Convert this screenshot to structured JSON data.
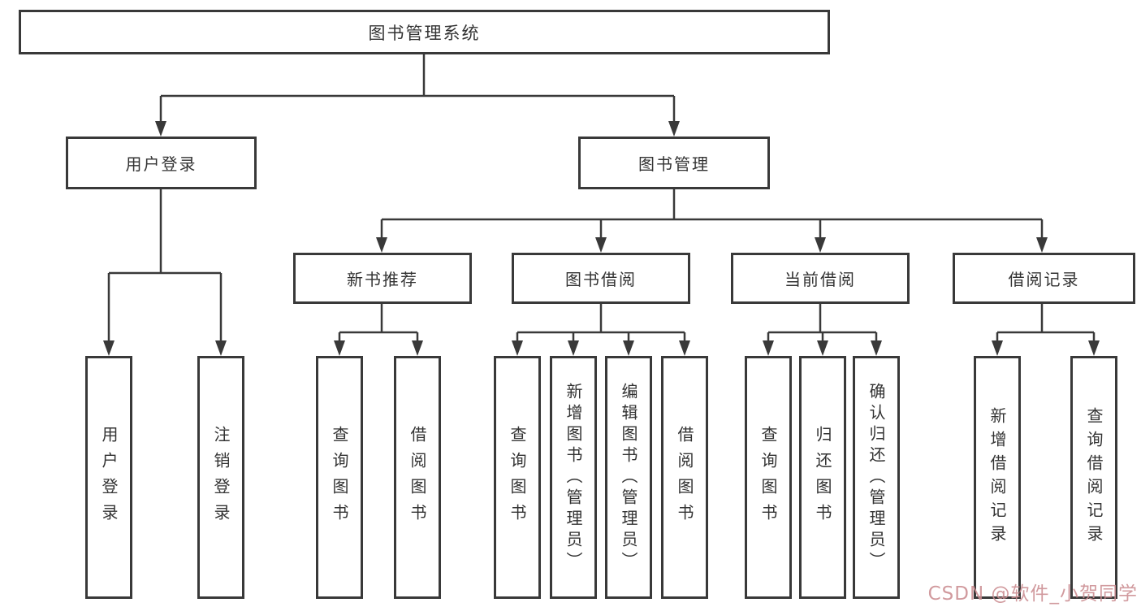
{
  "colors": {
    "background": "#ffffff",
    "box_border": "#393939",
    "connector_line": "#393939",
    "arrowhead": "#393939",
    "box_text": "#333333",
    "watermark_text": "#cb8d91"
  },
  "watermark": {
    "text": "CSDN @软件_小贺同学"
  },
  "tree": {
    "label": "图书管理系统",
    "children": [
      {
        "label": "用户登录",
        "children": [
          {
            "label": "用户登录"
          },
          {
            "label": "注销登录"
          }
        ]
      },
      {
        "label": "图书管理",
        "children": [
          {
            "label": "新书推荐",
            "children": [
              {
                "label": "查询图书"
              },
              {
                "label": "借阅图书"
              }
            ]
          },
          {
            "label": "图书借阅",
            "children": [
              {
                "label": "查询图书"
              },
              {
                "label": "新增图书（管理员）"
              },
              {
                "label": "编辑图书（管理员）"
              },
              {
                "label": "借阅图书"
              }
            ]
          },
          {
            "label": "当前借阅",
            "children": [
              {
                "label": "查询图书"
              },
              {
                "label": "归还图书"
              },
              {
                "label": "确认归还（管理员）"
              }
            ]
          },
          {
            "label": "借阅记录",
            "children": [
              {
                "label": "新增借阅记录"
              },
              {
                "label": "查询借阅记录"
              }
            ]
          }
        ]
      }
    ]
  }
}
